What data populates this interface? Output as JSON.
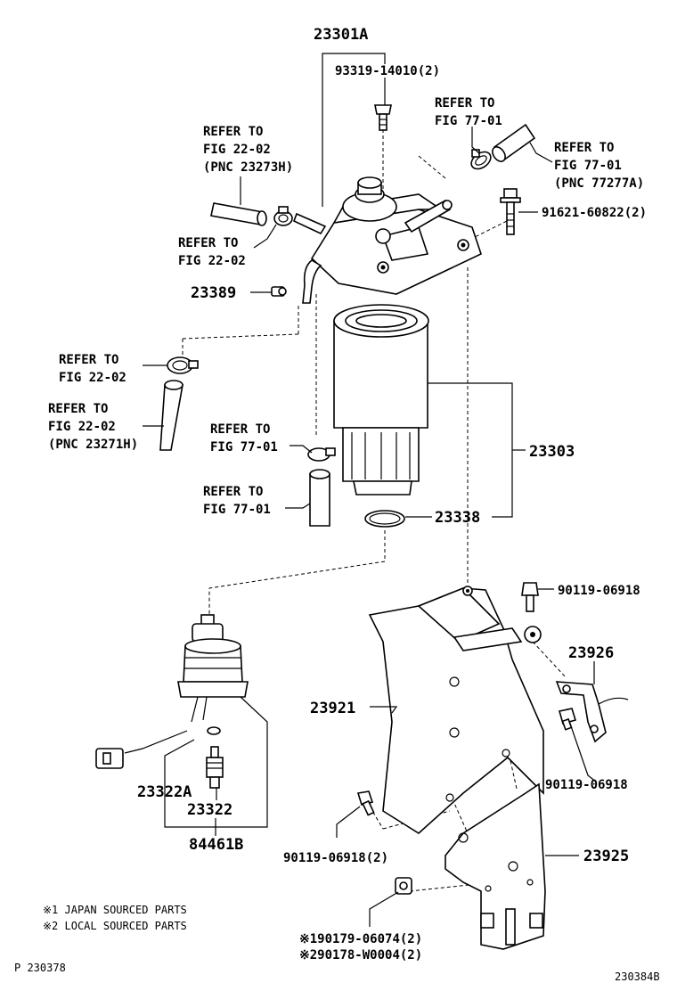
{
  "part_numbers": {
    "filter_assembly": "23301A",
    "screw_top": "93319-14010(2)",
    "bolt_flange": "91621-60822(2)",
    "hose_clamp": "23389",
    "filter_element": "23303",
    "o_ring": "23338",
    "bolt_bracket_top": "90119-06918",
    "bracket_small": "23926",
    "bracket_main": "23921",
    "bolt_bracket_right": "90119-06918",
    "o_ring_small": "23322A",
    "warning_switch": "23322",
    "switch_assembly": "84461B",
    "bolt_bracket_left": "90119-06918(2)",
    "bracket_lower": "23925",
    "nut_japan": "※190179-06074(2)",
    "nut_local": "※290178-W0004(2)"
  },
  "references": {
    "ref_22_02_pnc_23273h": [
      "REFER TO",
      "FIG 22-02",
      "(PNC 23273H)"
    ],
    "ref_77_01_top": [
      "REFER TO",
      "FIG 77-01"
    ],
    "ref_77_01_pnc_77277a": [
      "REFER TO",
      "FIG 77-01",
      "(PNC 77277A)"
    ],
    "ref_22_02_clamp": [
      "REFER TO",
      "FIG 22-02"
    ],
    "ref_22_02_left_clamp": [
      "REFER TO",
      "FIG 22-02"
    ],
    "ref_22_02_pnc_23271h": [
      "REFER TO",
      "FIG 22-02",
      "(PNC 23271H)"
    ],
    "ref_77_01_mid_clamp": [
      "REFER TO",
      "FIG 77-01"
    ],
    "ref_77_01_mid_hose": [
      "REFER TO",
      "FIG 77-01"
    ]
  },
  "notes": {
    "japan_sourced": "※1 JAPAN SOURCED PARTS",
    "local_sourced": "※2 LOCAL SOURCED PARTS"
  },
  "footer": {
    "page_code": "P 230378",
    "figure_code": "230384B"
  }
}
